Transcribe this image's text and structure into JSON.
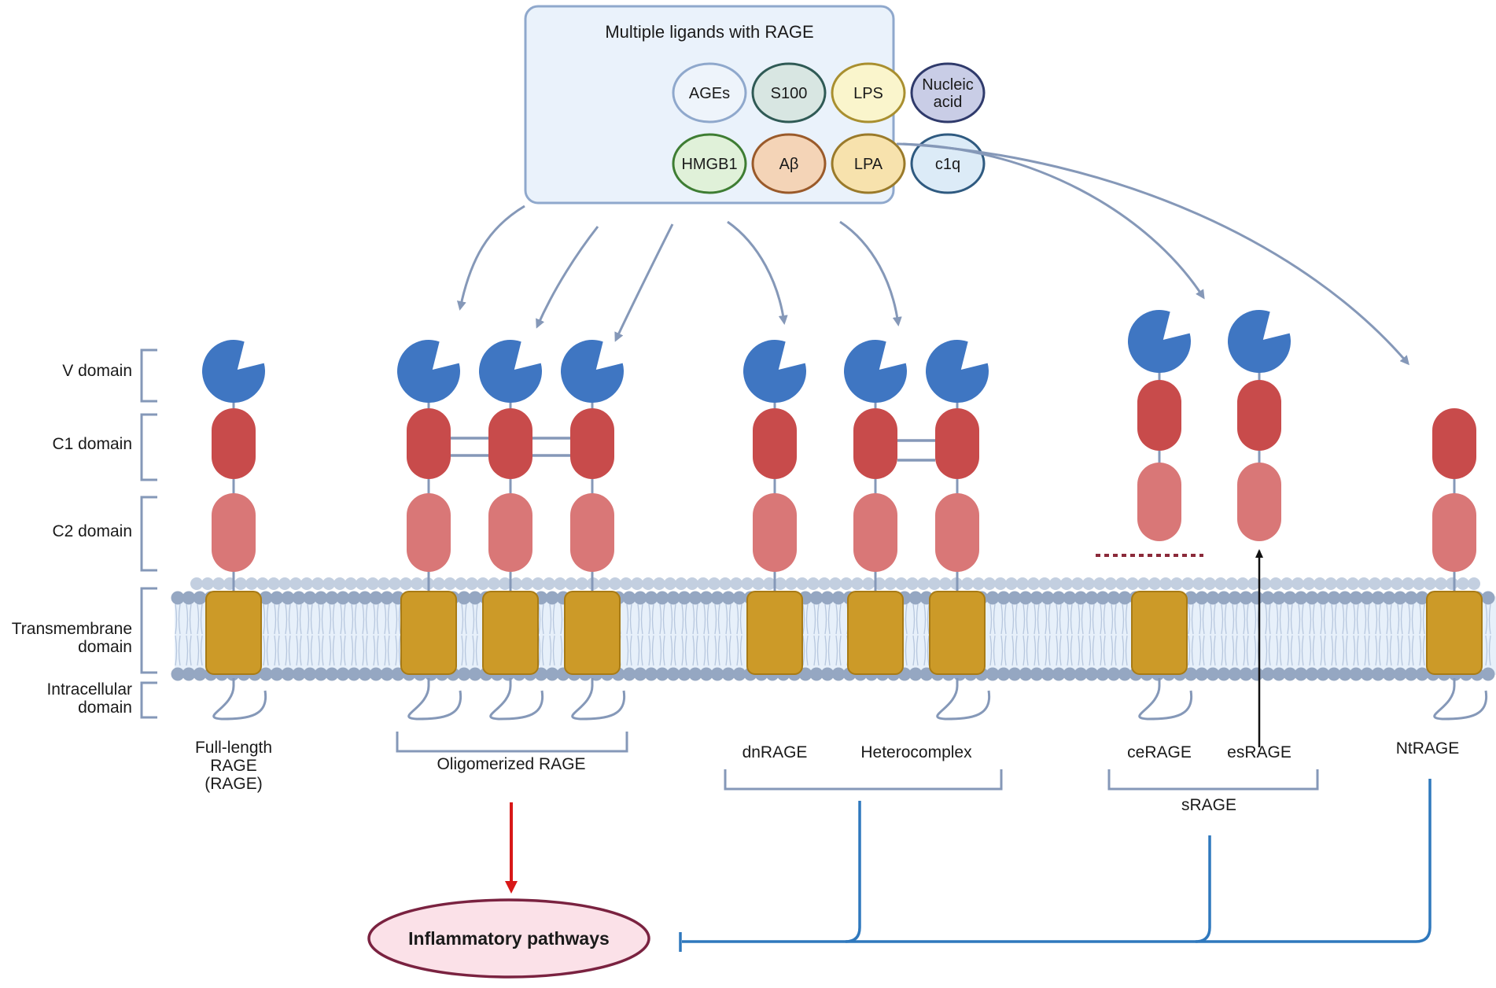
{
  "ligand_box": {
    "title": "Multiple ligands with RAGE",
    "ligands": [
      {
        "label": "AGEs",
        "fill": "#eef4fb",
        "stroke": "#8fa8cc"
      },
      {
        "label": "S100",
        "fill": "#d8e6e2",
        "stroke": "#2f5a55"
      },
      {
        "label": "LPS",
        "fill": "#faf5cc",
        "stroke": "#a98f2f"
      },
      {
        "label": "Nucleic acid",
        "fill": "#c9cde6",
        "stroke": "#2f3a6b"
      },
      {
        "label": "HMGB1",
        "fill": "#e0f1d9",
        "stroke": "#3e7d33"
      },
      {
        "label": "Aβ",
        "fill": "#f4d4b7",
        "stroke": "#9a5a2a"
      },
      {
        "label": "LPA",
        "fill": "#f7e2ad",
        "stroke": "#9a7a2a"
      },
      {
        "label": "c1q",
        "fill": "#dcebf7",
        "stroke": "#2f5a80"
      }
    ]
  },
  "domain_labels": {
    "v": "V domain",
    "c1": "C1 domain",
    "c2": "C2 domain",
    "tm_line1": "Transmembrane",
    "tm_line2": "domain",
    "ic_line1": "Intracellular",
    "ic_line2": "domain"
  },
  "isoform_labels": {
    "full_line1": "Full-length",
    "full_line2": "RAGE",
    "full_line3": "(RAGE)",
    "oligomerized": "Oligomerized RAGE",
    "dnrage": "dnRAGE",
    "heterocomplex": "Heterocomplex",
    "cerage": "ceRAGE",
    "esrage": "esRAGE",
    "srage": "sRAGE",
    "ntrage": "NtRAGE"
  },
  "outcome": {
    "label": "Inflammatory pathways"
  },
  "colors": {
    "v_domain": "#3f76c2",
    "c1_domain": "#c84b4b",
    "c2_domain": "#d97777",
    "transmembrane": "#cc9a28",
    "membrane_head": "#95a7c2",
    "membrane_fill": "#e7f0fa",
    "connector": "#8598b8",
    "activation_arrow": "#d81818",
    "inhibition_line": "#2f78bd",
    "outcome_fill": "#fbe1e8",
    "outcome_stroke": "#7a2240"
  }
}
